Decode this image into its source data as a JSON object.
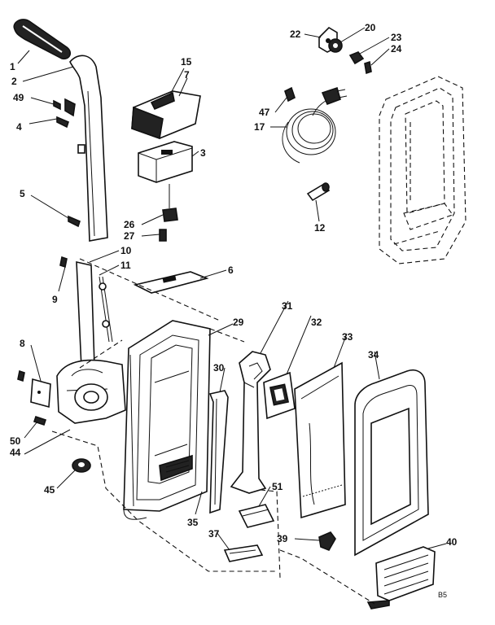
{
  "diagram": {
    "page_code": "B5",
    "labels": [
      "1",
      "2",
      "49",
      "4",
      "5",
      "9",
      "10",
      "11",
      "8",
      "50",
      "44",
      "45",
      "15",
      "7",
      "3",
      "26",
      "27",
      "6",
      "29",
      "30",
      "35",
      "37",
      "31",
      "32",
      "33",
      "34",
      "51",
      "39",
      "40",
      "22",
      "20",
      "23",
      "24",
      "47",
      "17",
      "12"
    ]
  }
}
